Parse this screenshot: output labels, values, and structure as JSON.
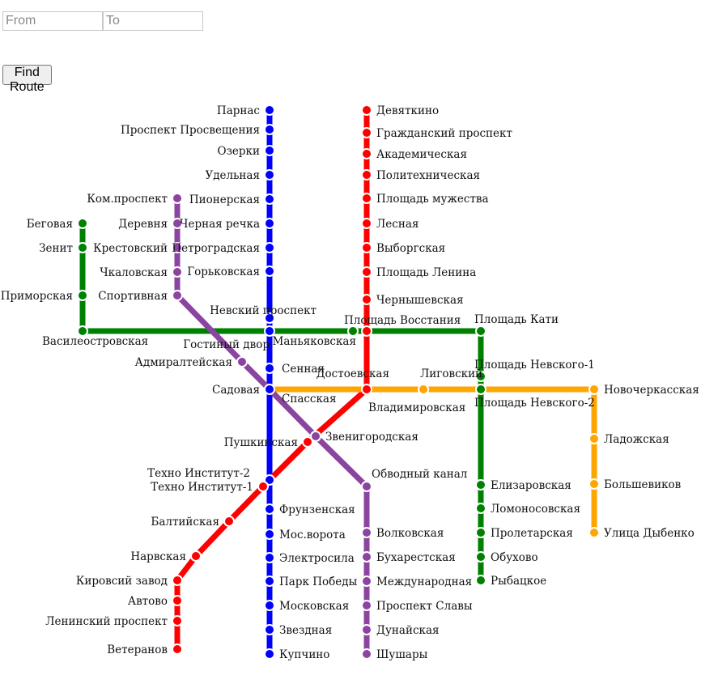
{
  "controls": {
    "from_placeholder": "From",
    "to_placeholder": "To",
    "find_label": "Find Route"
  },
  "lines": [
    {
      "id": "blue",
      "color": "#0000ff",
      "stations": [
        "Парнас",
        "Проспект Просвещения",
        "Озерки",
        "Удельная",
        "Пионерская",
        "Черная речка",
        "Петроградская",
        "Горьковская",
        "Невский проспект",
        "Гостиный двор",
        "Сенная",
        "Садовая",
        "Техно Институт-2",
        "Фрунзенская",
        "Мос.ворота",
        "Электросила",
        "Парк Победы",
        "Московская",
        "Звездная",
        "Купчино"
      ]
    },
    {
      "id": "red",
      "color": "#ff0000",
      "stations": [
        "Девяткино",
        "Гражданский проспект",
        "Академическая",
        "Политехническая",
        "Площадь мужества",
        "Лесная",
        "Выборгская",
        "Площадь Ленина",
        "Чернышевская",
        "Площадь Восстания",
        "Владимировская",
        "Достоевская",
        "Пушкинская",
        "Техно Институт-1",
        "Балтийская",
        "Нарвская",
        "Кировсий завод",
        "Автово",
        "Ленинский проспект",
        "Ветеранов"
      ]
    },
    {
      "id": "green",
      "color": "#008000",
      "stations": [
        "Беговая",
        "Зенит",
        "Приморская",
        "Василеостровская",
        "Гостиный двор",
        "Маньяковская",
        "Площадь Восстания",
        "Площадь Кати",
        "Площадь Невского-1",
        "Площадь Невского-2",
        "Елизаровская",
        "Ломоносовская",
        "Пролетарская",
        "Обухово",
        "Рыбацкое"
      ]
    },
    {
      "id": "orange",
      "color": "#ffa500",
      "stations": [
        "Спасская",
        "Достоевская",
        "Лиговский",
        "Площадь Невского-2",
        "Новочеркасская",
        "Ладожская",
        "Большевиков",
        "Улица Дыбенко"
      ]
    },
    {
      "id": "purple",
      "color": "#8b44a0",
      "stations": [
        "Ком.проспект",
        "Деревня",
        "Крестовский",
        "Чкаловская",
        "Спортивная",
        "Адмиралтейская",
        "Садовая",
        "Звенигородская",
        "Обводный канал",
        "Волковская",
        "Бухарестская",
        "Международная",
        "Проспект Славы",
        "Дунайская",
        "Шушары"
      ]
    }
  ]
}
